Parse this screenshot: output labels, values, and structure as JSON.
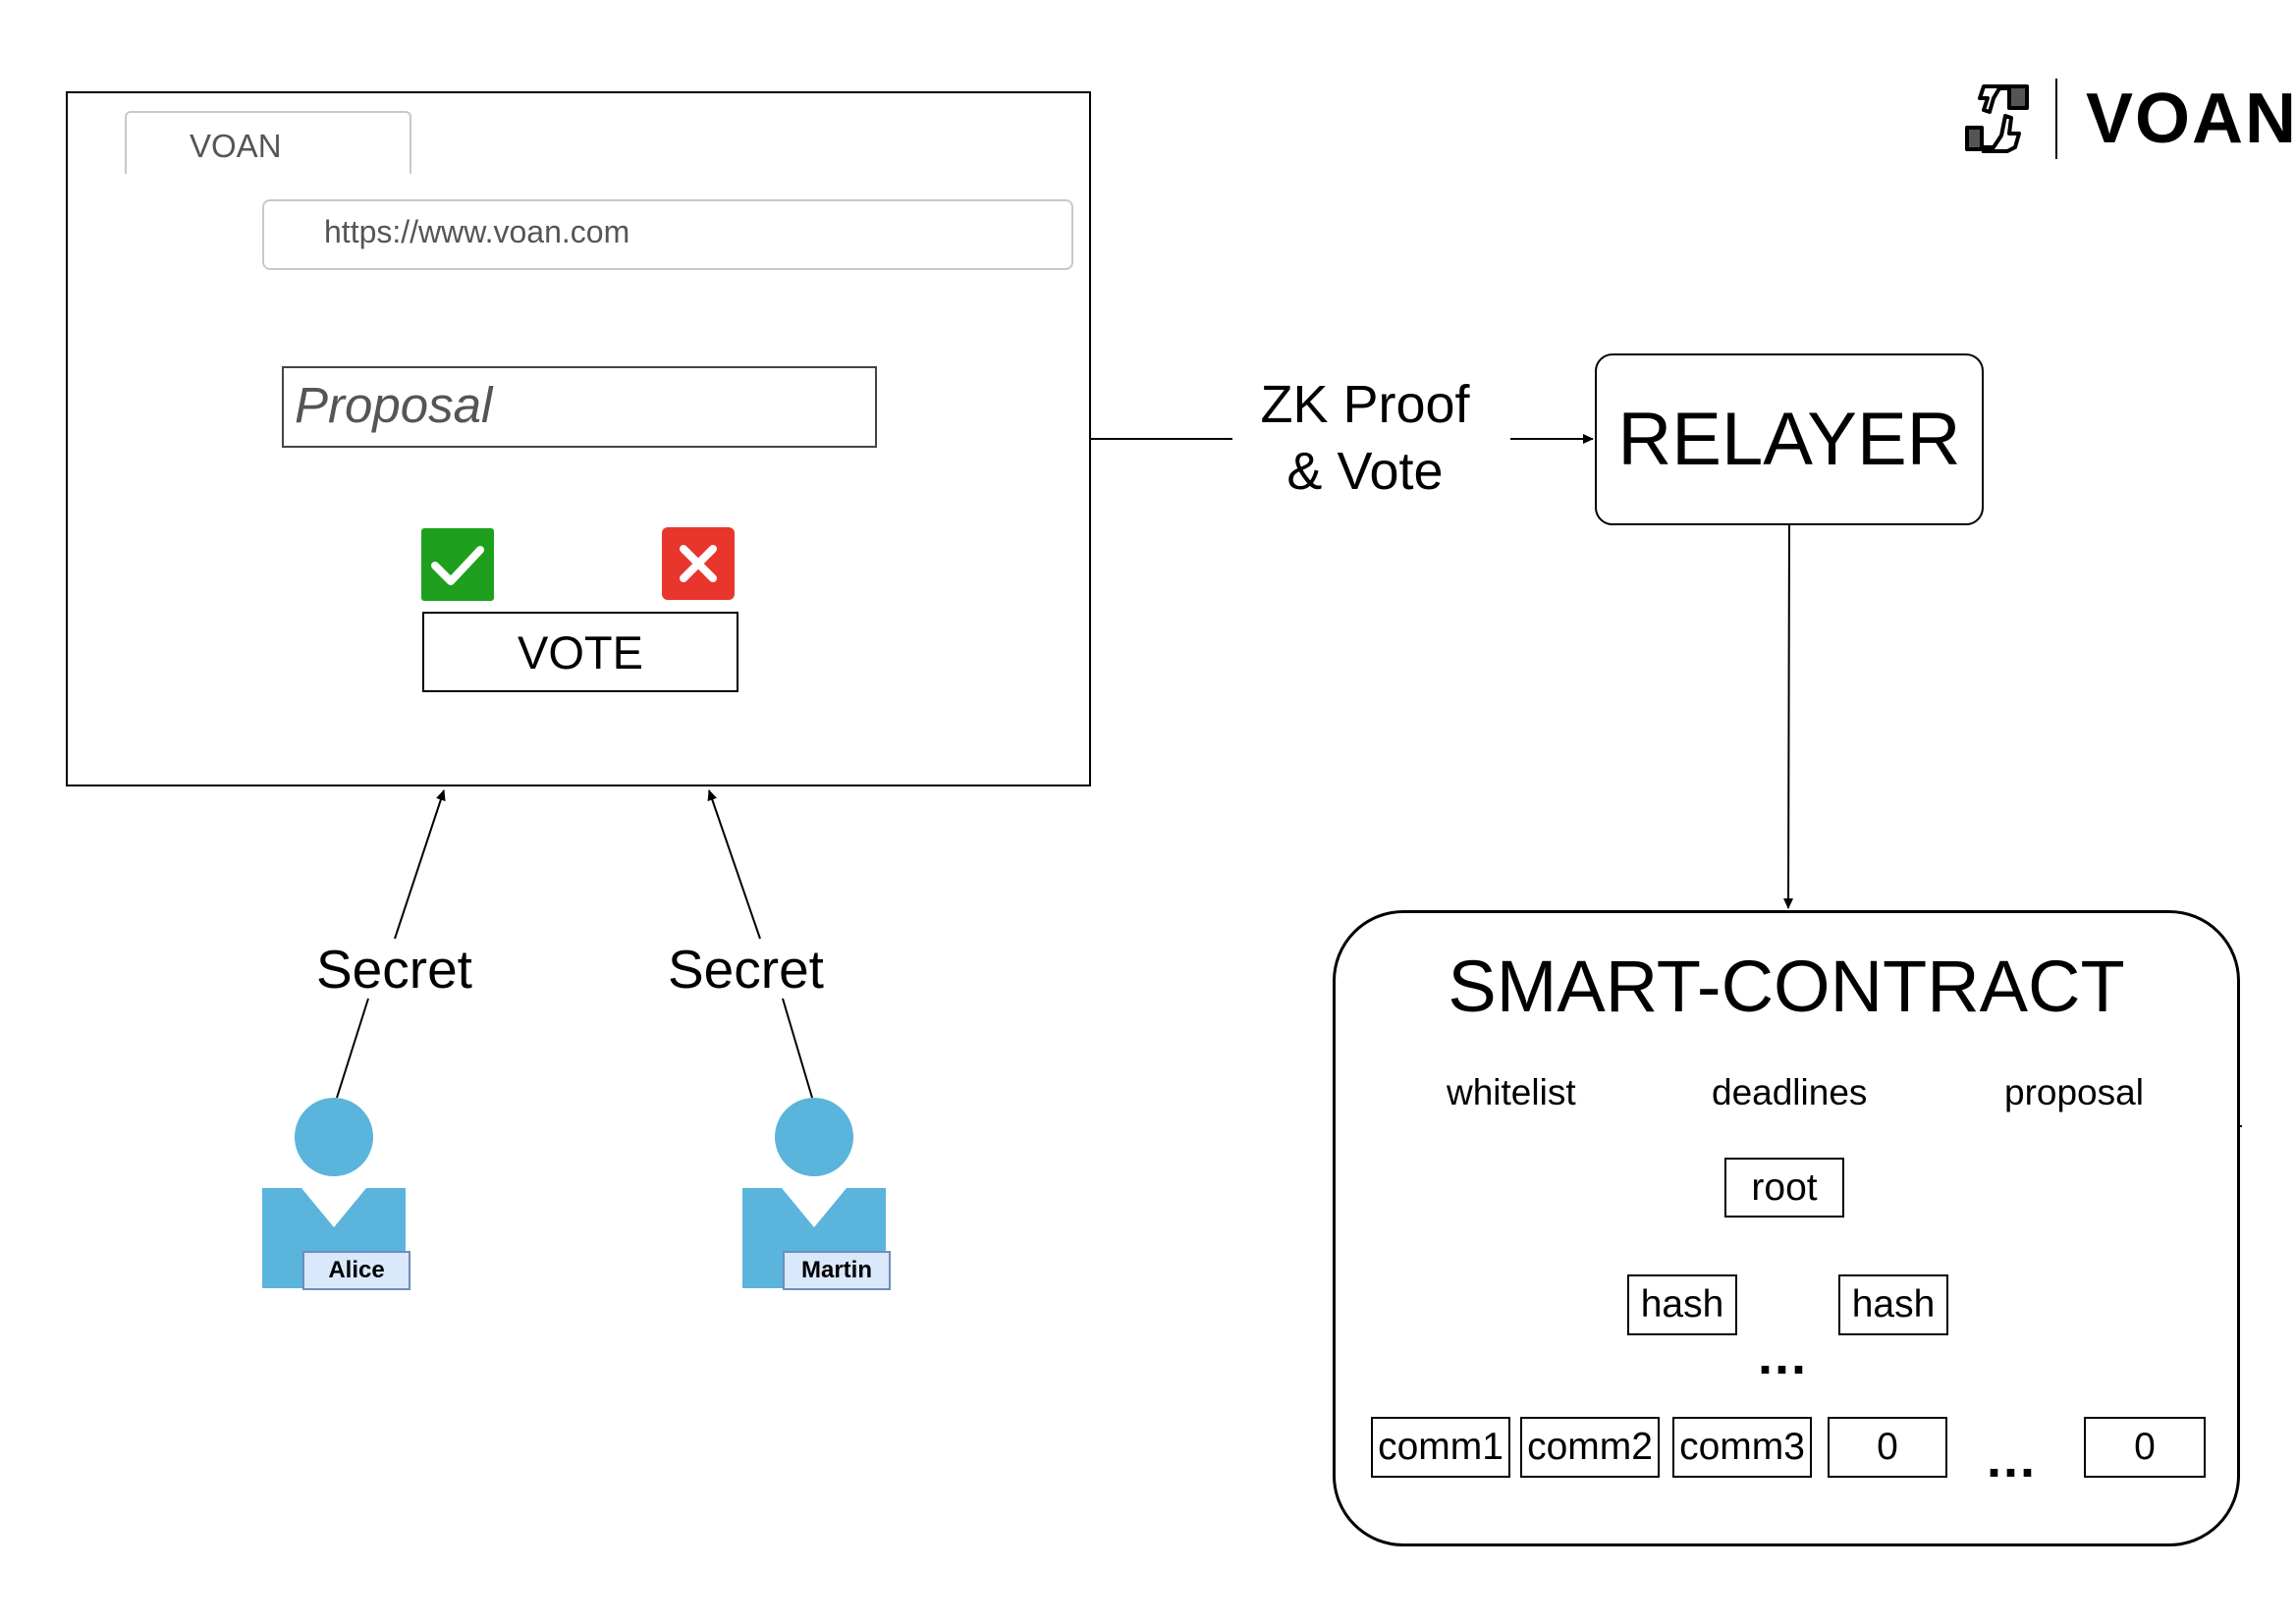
{
  "browser": {
    "tab_title": "VOAN",
    "url": "https://www.voan.com",
    "proposal_placeholder": "Proposal",
    "vote_button": "VOTE",
    "approve_icon": "check-icon",
    "reject_icon": "cross-icon",
    "window_controls": [
      "circle",
      "circle",
      "circle"
    ]
  },
  "edge_label_zk": "ZK Proof\n& Vote",
  "relayer": {
    "label": "RELAYER"
  },
  "smart_contract": {
    "title": "SMART-CONTRACT",
    "fields": [
      "whitelist",
      "deadlines",
      "proposal"
    ],
    "tree": {
      "root": "root",
      "hashes": [
        "hash",
        "hash"
      ],
      "leaves": [
        "comm1",
        "comm2",
        "comm3",
        "0",
        "0"
      ],
      "ellipsis": "..."
    }
  },
  "users": [
    {
      "name": "Alice",
      "edge_label": "Secret"
    },
    {
      "name": "Martin",
      "edge_label": "Secret"
    }
  ],
  "logo": {
    "text": "VOAN",
    "icon": "thumbs-up-down-icon"
  },
  "colors": {
    "approve": "#1ea01e",
    "reject": "#e8362c",
    "person": "#5ab4dc",
    "person_label_bg": "#dae8fc",
    "window_control_active": "#1a9be6"
  }
}
